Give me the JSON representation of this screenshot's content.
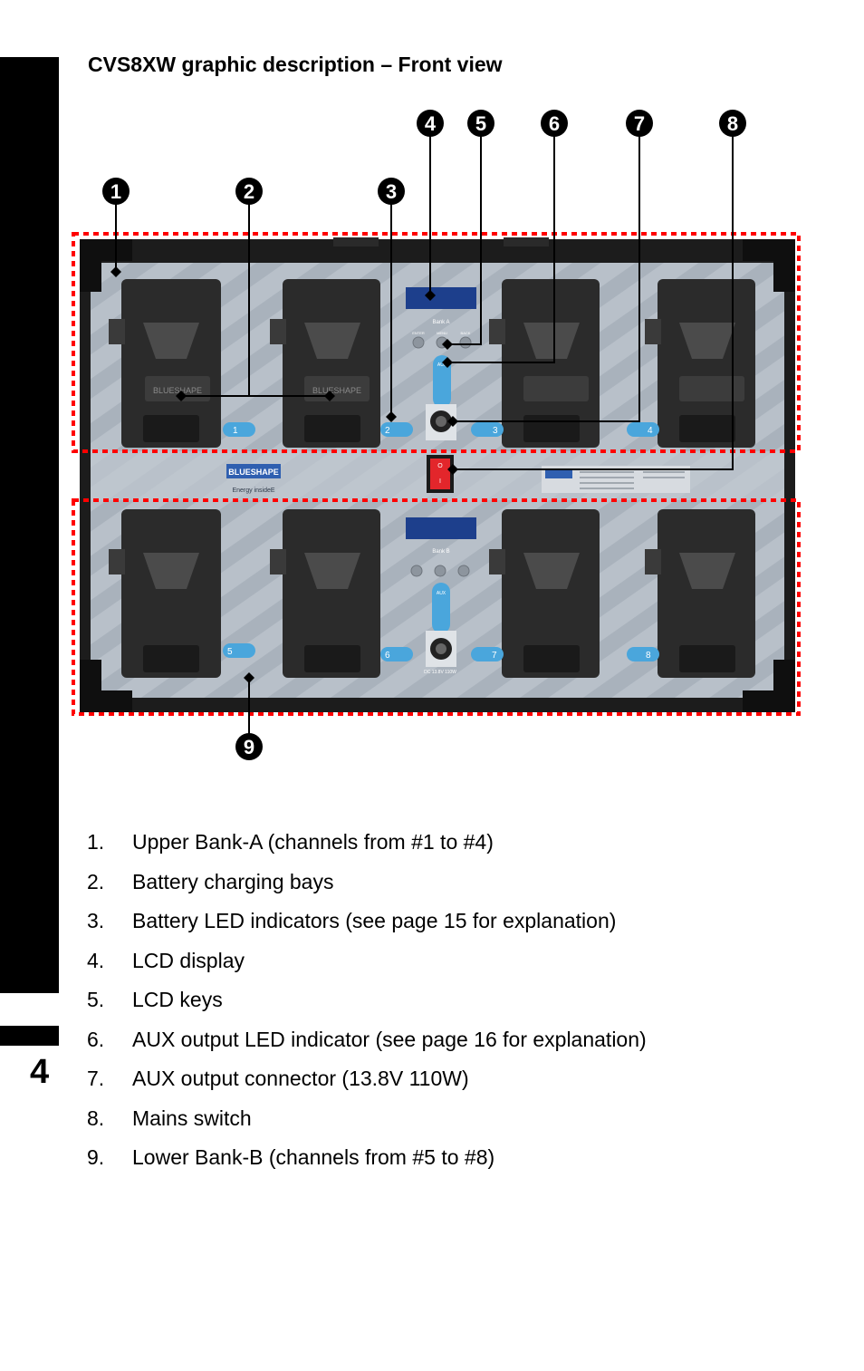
{
  "page": {
    "number": "4"
  },
  "heading": "CVS8XW graphic description – Front view",
  "callouts": [
    "1",
    "2",
    "3",
    "4",
    "5",
    "6",
    "7",
    "8",
    "9"
  ],
  "device": {
    "brand": "BLUESHAPE",
    "tagline": "Energy insideE",
    "bank_a_label": "Bank A",
    "bank_b_label": "Bank B",
    "aux_label": "AUX",
    "connector_label": "DC 13.8V 110W",
    "key_labels": [
      "ENTER",
      "MENU",
      "BACK"
    ],
    "switch_labels": [
      "O",
      "I"
    ],
    "channels": [
      "1",
      "2",
      "3",
      "4",
      "5",
      "6",
      "7",
      "8"
    ],
    "bay_brand": "BLUESHAPE",
    "colors": {
      "panel": "#b3bbc4",
      "frame": "#1c1c1c",
      "bay": "#2b2b2b",
      "led": "#4aa6dc",
      "lcd": "#1d3f8c",
      "switch": "#e3262b",
      "outline": "#ff0000"
    }
  },
  "items": [
    {
      "num": "1.",
      "text": "Upper Bank-A (channels from #1 to #4)"
    },
    {
      "num": "2.",
      "text": "Battery charging bays"
    },
    {
      "num": "3.",
      "text": "Battery LED indicators (see page 15 for explanation)"
    },
    {
      "num": "4.",
      "text": "LCD display"
    },
    {
      "num": "5.",
      "text": "LCD keys"
    },
    {
      "num": "6.",
      "text": "AUX output LED indicator (see page 16 for explanation)"
    },
    {
      "num": "7.",
      "text": "AUX output connector (13.8V 110W)"
    },
    {
      "num": "8.",
      "text": "Mains switch"
    },
    {
      "num": "9.",
      "text": "Lower Bank-B (channels from #5 to #8)"
    }
  ]
}
